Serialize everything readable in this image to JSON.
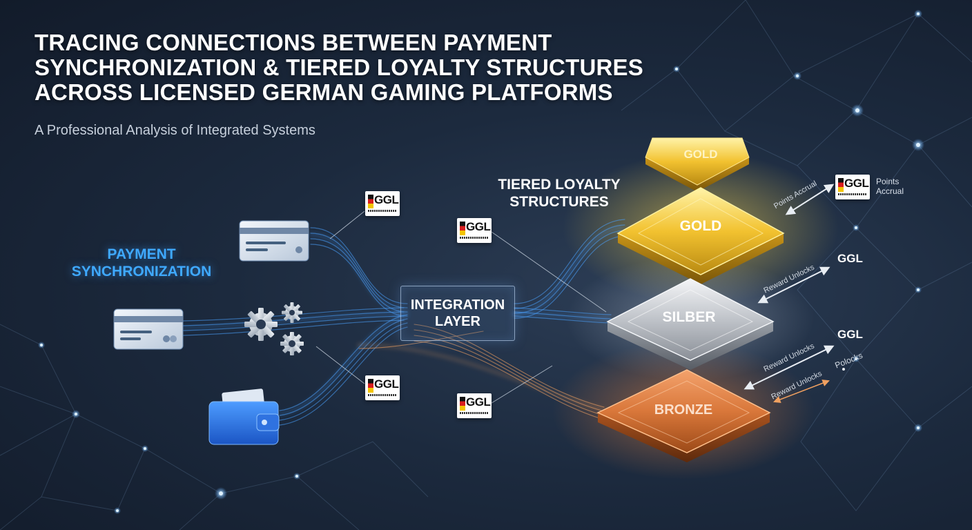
{
  "title": {
    "line1": "TRACING CONNECTIONS BETWEEN PAYMENT",
    "line2": "SYNCHRONIZATION & TIERED LOYALTY STRUCTURES",
    "line3": "ACROSS LICENSED GERMAN GAMING PLATFORMS"
  },
  "subtitle": "A Professional Analysis of Integrated Systems",
  "payment_label": {
    "line1": "PAYMENT",
    "line2": "SYNCHRONIZATION"
  },
  "loyalty_label": {
    "line1": "TIERED LOYALTY",
    "line2": "STRUCTURES"
  },
  "integration": {
    "line1": "INTEGRATION",
    "line2": "LAYER"
  },
  "tiers": {
    "gold_top": "GOLD",
    "gold": "GOLD",
    "silber": "SILBER",
    "bronze": "BRONZE"
  },
  "badges": {
    "ggl": "GGL"
  },
  "annotations": {
    "points_accrual_arrow": "Points Accrual",
    "points_side_line1": "Points",
    "points_side_line2": "Accrual",
    "reward_unlocks_1": "Reward Unlocks",
    "reward_unlocks_2": "Reward Unlocks",
    "reward_unlocks_3": "Reward Unlocks",
    "polocks": "Polocks"
  },
  "colors": {
    "accent_blue": "#3fa9ff",
    "gold": "#f2c230",
    "silver": "#c8ccd2",
    "bronze": "#d9773a",
    "flow_orange": "#f0a060"
  },
  "icons": [
    "credit-card-icon",
    "gear-icon",
    "wallet-icon",
    "german-flag-icon"
  ]
}
